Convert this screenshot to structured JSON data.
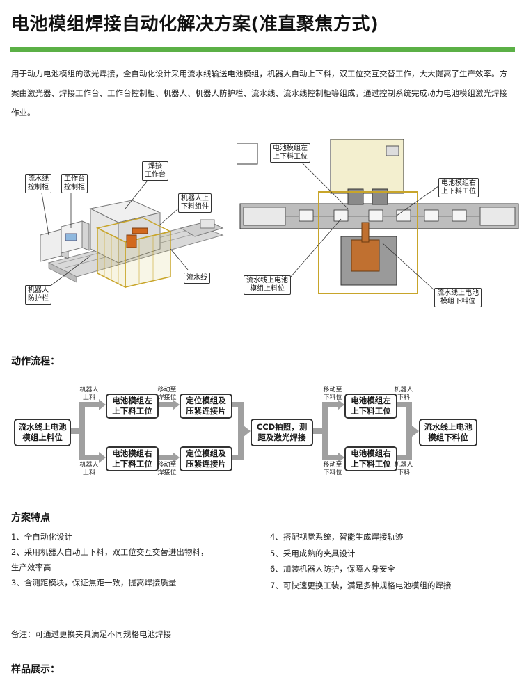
{
  "header": {
    "title": "电池模组焊接自动化解决方案(准直聚焦方式)",
    "accent_color": "#5bb046"
  },
  "intro": "用于动力电池模组的激光焊接，全自动化设计采用流水线输送电池模组，机器人自动上下料，双工位交互交替工作，大大提高了生产效率。方案由激光器、焊接工作台、工作台控制柜、机器人、机器人防护栏、流水线、流水线控制柜等组成，通过控制系统完成动力电池模组激光焊接作业。",
  "figure_left": {
    "callouts": {
      "line_cabinet": "流水线\n控制柜",
      "table_cabinet": "工作台\n控制柜",
      "weld_table": "焊接\n工作台",
      "robot_loader": "机器人上\n下料组件",
      "conveyor": "流水线",
      "robot_fence": "机器人\n防护栏"
    }
  },
  "figure_right": {
    "callouts": {
      "left_station": "电池模组左\n上下料工位",
      "right_station": "电池模组右\n上下料工位",
      "line_load": "流水线上电池\n模组上料位",
      "line_unload": "流水线上电池\n模组下料位"
    }
  },
  "flow": {
    "heading": "动作流程：",
    "start": "流水线上电池\n模组上料位",
    "left_station_a": "电池模组左\n上下料工位",
    "right_station_a": "电池模组右\n上下料工位",
    "position_a": "定位模组及\n压紧连接片",
    "position_b": "定位模组及\n压紧连接片",
    "ccd": "CCD拍照，测\n距及激光焊接",
    "left_station_b": "电池模组左\n上下料工位",
    "right_station_b": "电池模组右\n上下料工位",
    "end": "流水线上电池\n模组下料位",
    "lbl_robot_load_top": "机器人\n上料",
    "lbl_robot_load_bottom": "机器人\n上料",
    "lbl_move_weld_top": "移动至\n焊接位",
    "lbl_move_weld_bottom": "移动至\n焊接位",
    "lbl_move_unload_top": "移动至\n下料位",
    "lbl_move_unload_bottom": "移动至\n下料位",
    "lbl_robot_unload_top": "机器人\n下料",
    "lbl_robot_unload_bottom": "机器人\n下料"
  },
  "features": {
    "heading": "方案特点",
    "left": [
      "1、全自动化设计",
      "2、采用机器人自动上下料，双工位交互交替进出物料，",
      "生产效率高",
      "3、含测距模块，保证焦距一致，提高焊接质量"
    ],
    "right": [
      "4、搭配视觉系统，智能生成焊接轨迹",
      "5、采用成熟的夹具设计",
      "6、加装机器人防护，保障人身安全",
      "7、可快速更换工装，满足多种规格电池模组的焊接"
    ]
  },
  "note": "备注：可通过更换夹具满足不同规格电池焊接",
  "samples_heading": "样品展示："
}
